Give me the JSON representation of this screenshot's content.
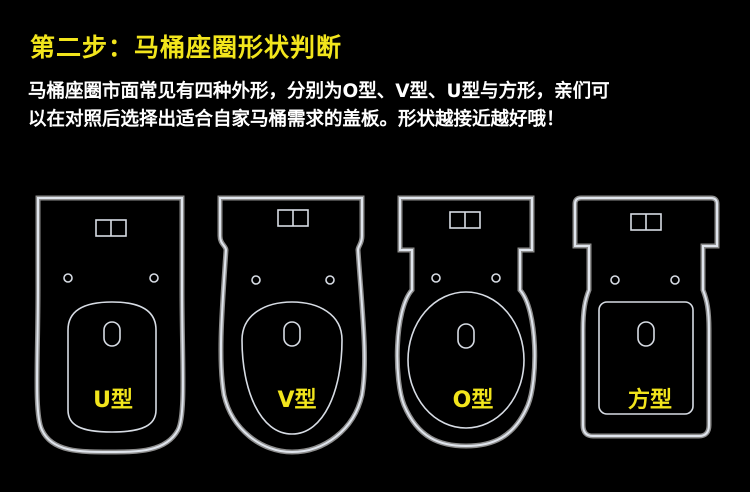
{
  "heading": "第二步：马桶座圈形状判断",
  "description": {
    "line1": "马桶座圈市面常见有四种外形，分别为O型、V型、U型与方形，亲们可",
    "line2": "以在对照后选择出适合自家马桶需求的盖板。形状越接近越好哦！"
  },
  "toilets": [
    {
      "label": "U型"
    },
    {
      "label": "V型"
    },
    {
      "label": "O型"
    },
    {
      "label": "方型"
    }
  ],
  "colors": {
    "accent": "#f2e51c",
    "text": "#ffffff",
    "background": "#000000",
    "outline": "#dfe4ec"
  }
}
